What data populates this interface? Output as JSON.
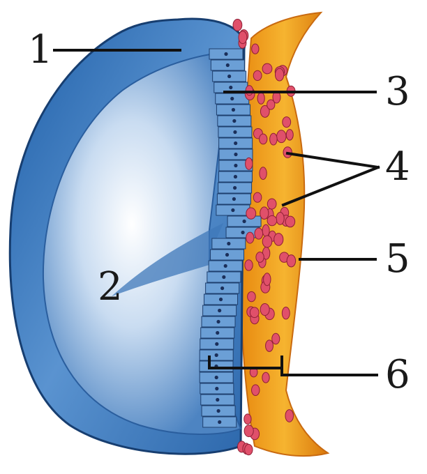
{
  "labels": [
    {
      "id": "1",
      "text": "1"
    },
    {
      "id": "2",
      "text": "2"
    },
    {
      "id": "3",
      "text": "3"
    },
    {
      "id": "4",
      "text": "4"
    },
    {
      "id": "5",
      "text": "5"
    },
    {
      "id": "6",
      "text": "6"
    }
  ],
  "colors": {
    "outer_shell": "#2f6fb7",
    "shell_light": "#cfe0f4",
    "inner_cavity": "#e8f1fb",
    "epithelium_cells": "#6b9fd6",
    "cell_nucleus": "#1b2f5a",
    "connective_tissue": "#f0a21c",
    "connective_dark": "#c96a10",
    "blood_cells": "#e0506a",
    "leader_lines": "#111111"
  }
}
